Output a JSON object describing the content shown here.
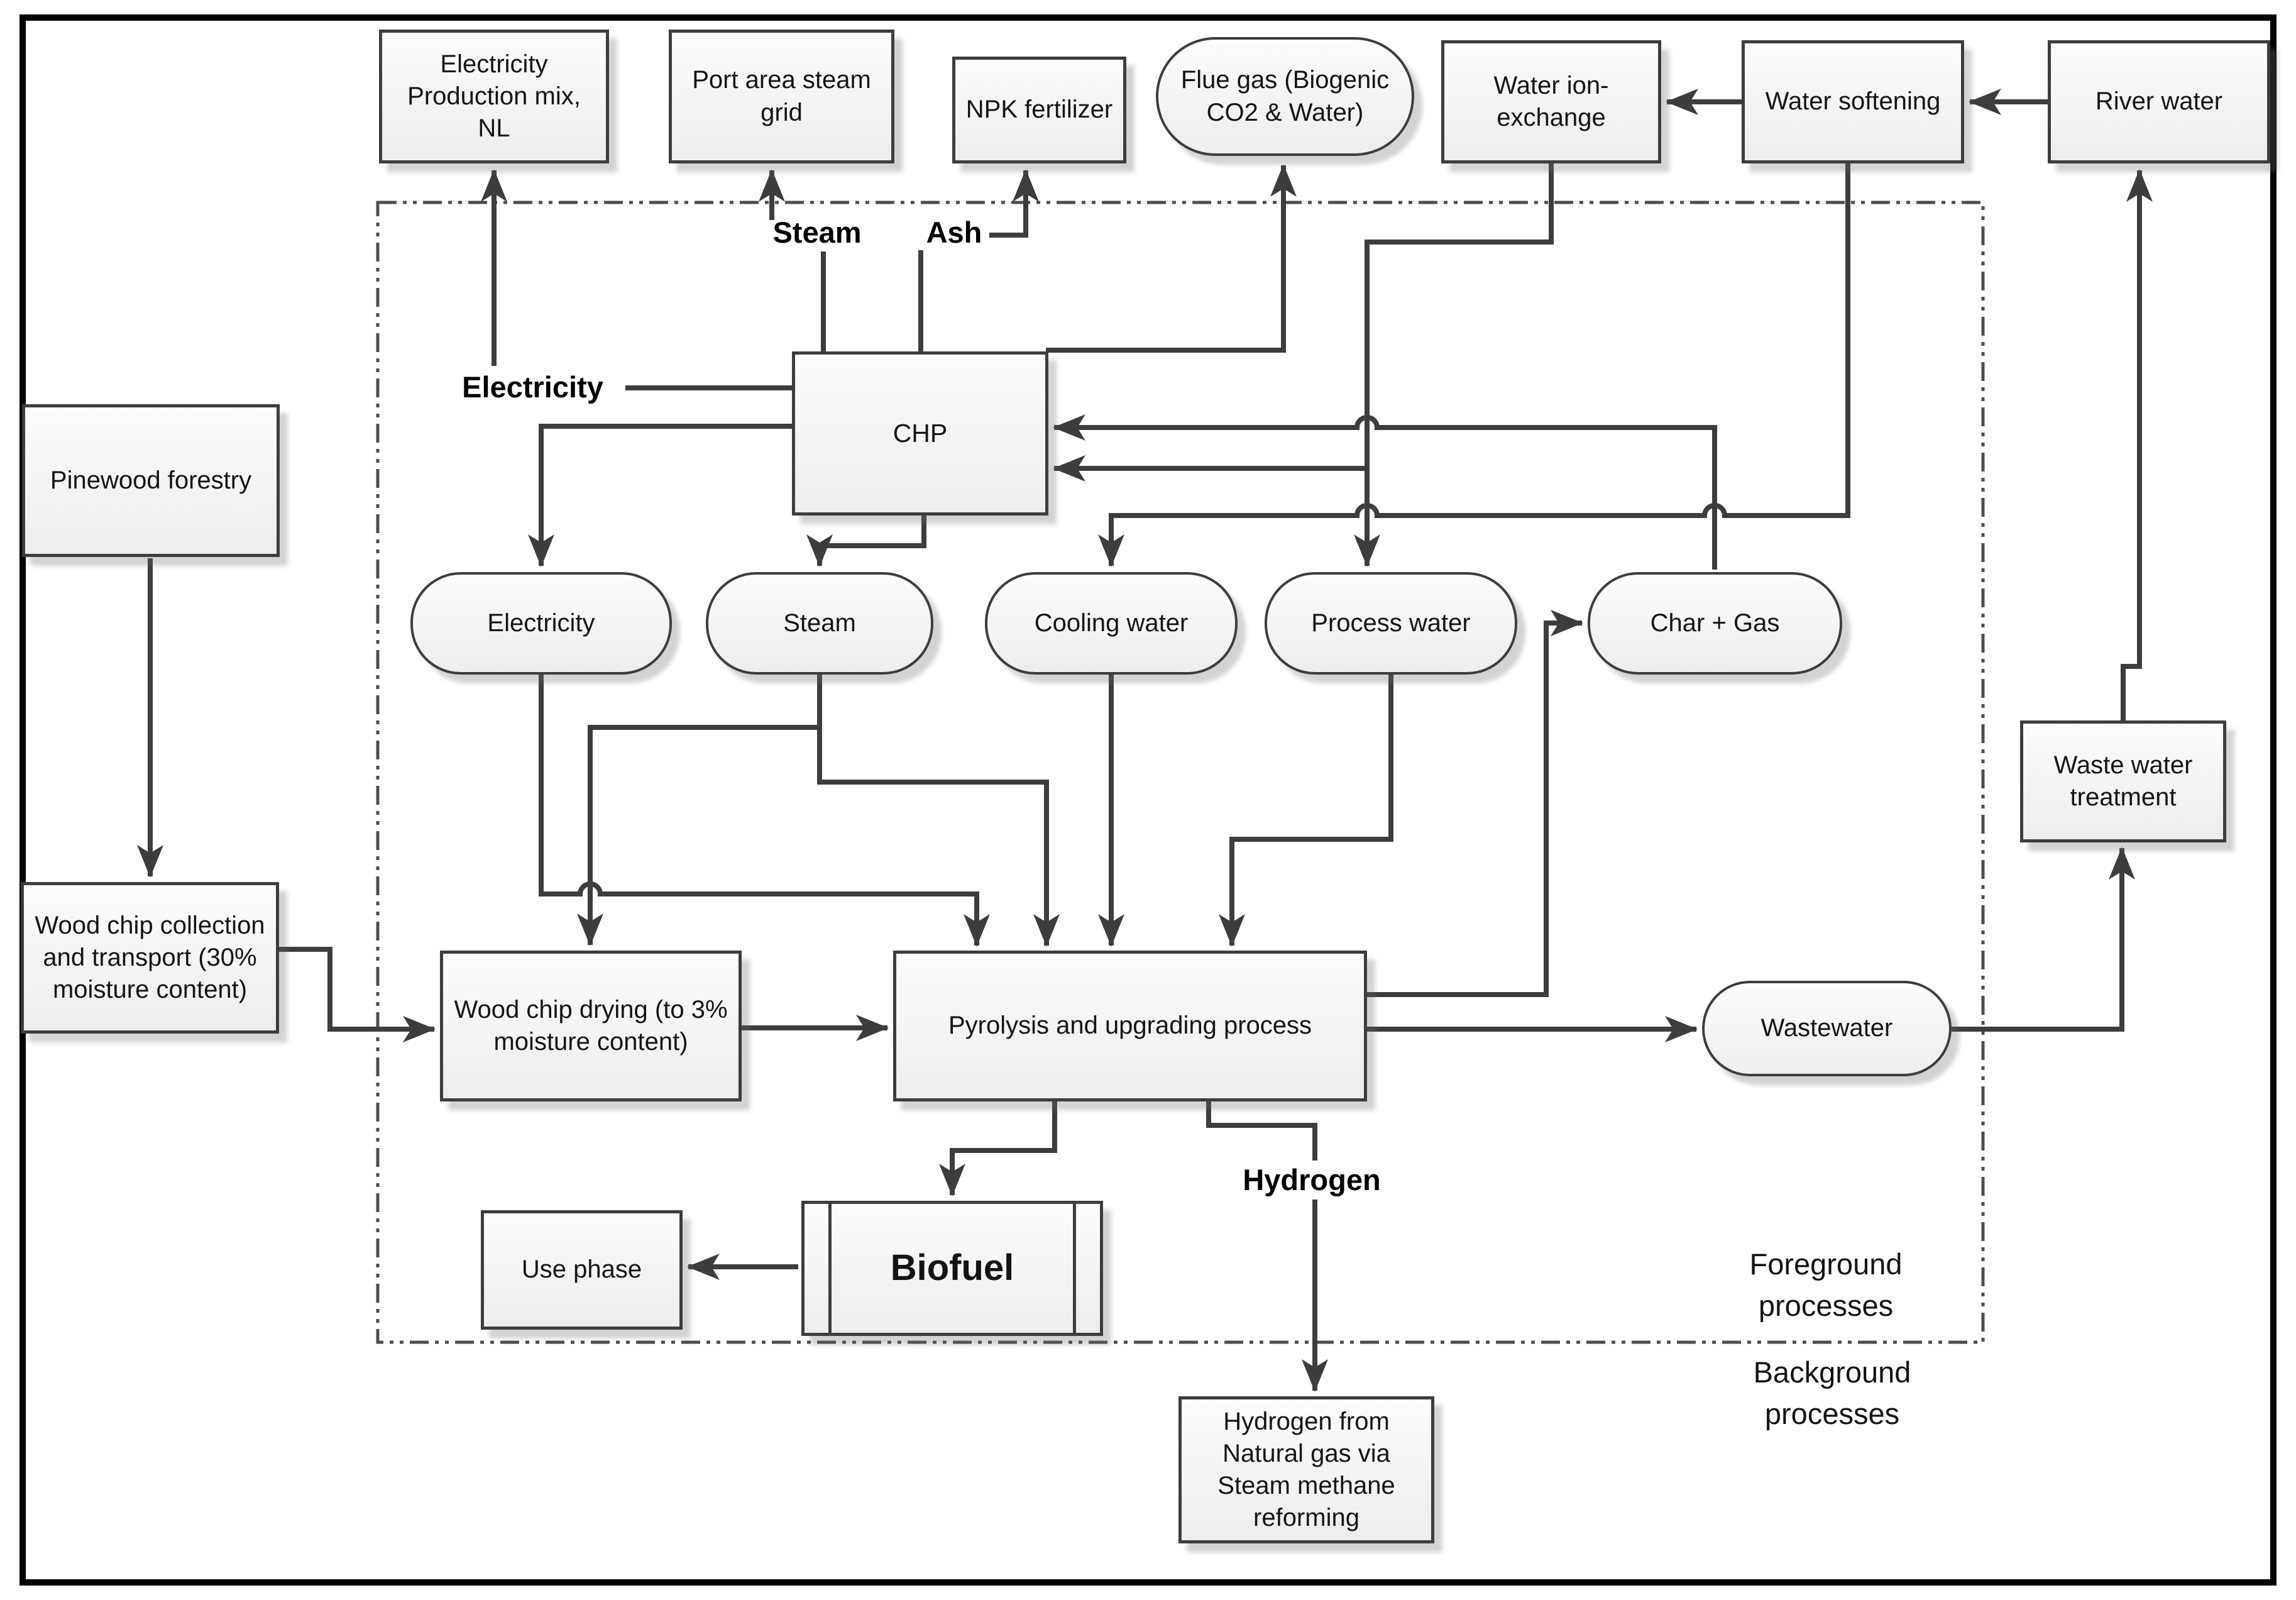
{
  "nodes": {
    "elec_mix": "Electricity Production mix, NL",
    "port_steam_grid": "Port area steam grid",
    "npk": "NPK fertilizer",
    "flue_gas": "Flue gas (Biogenic CO2 & Water)",
    "water_ion_exchange": "Water ion-exchange",
    "water_softening": "Water softening",
    "river_water": "River water",
    "chp": "CHP",
    "electricity_carrier": "Electricity",
    "steam_carrier": "Steam",
    "cooling_water": "Cooling water",
    "process_water": "Process water",
    "char_gas": "Char + Gas",
    "pinewood": "Pinewood forestry",
    "wood_collection": "Wood chip collection and transport (30% moisture content)",
    "wood_drying": "Wood chip drying (to 3% moisture content)",
    "pyrolysis": "Pyrolysis and upgrading process",
    "use_phase": "Use phase",
    "biofuel": "Biofuel",
    "wastewater": "Wastewater",
    "waste_water_treatment": "Waste water treatment",
    "hydrogen_smr": "Hydrogen from Natural gas via Steam methane reforming"
  },
  "labels": {
    "steam": "Steam",
    "ash": "Ash",
    "electricity": "Electricity",
    "hydrogen": "Hydrogen",
    "foreground": "Foreground processes",
    "background": "Background processes"
  },
  "colors": {
    "line": "#3d3d3d",
    "box_border": "#3d3d3d",
    "outer_border": "#000000",
    "dashed_boundary": "#4d4d4d",
    "box_fill_top": "#fcfcfc",
    "box_fill_bottom": "#ededed",
    "shadow": "#9a9a9a",
    "text": "#141414"
  }
}
